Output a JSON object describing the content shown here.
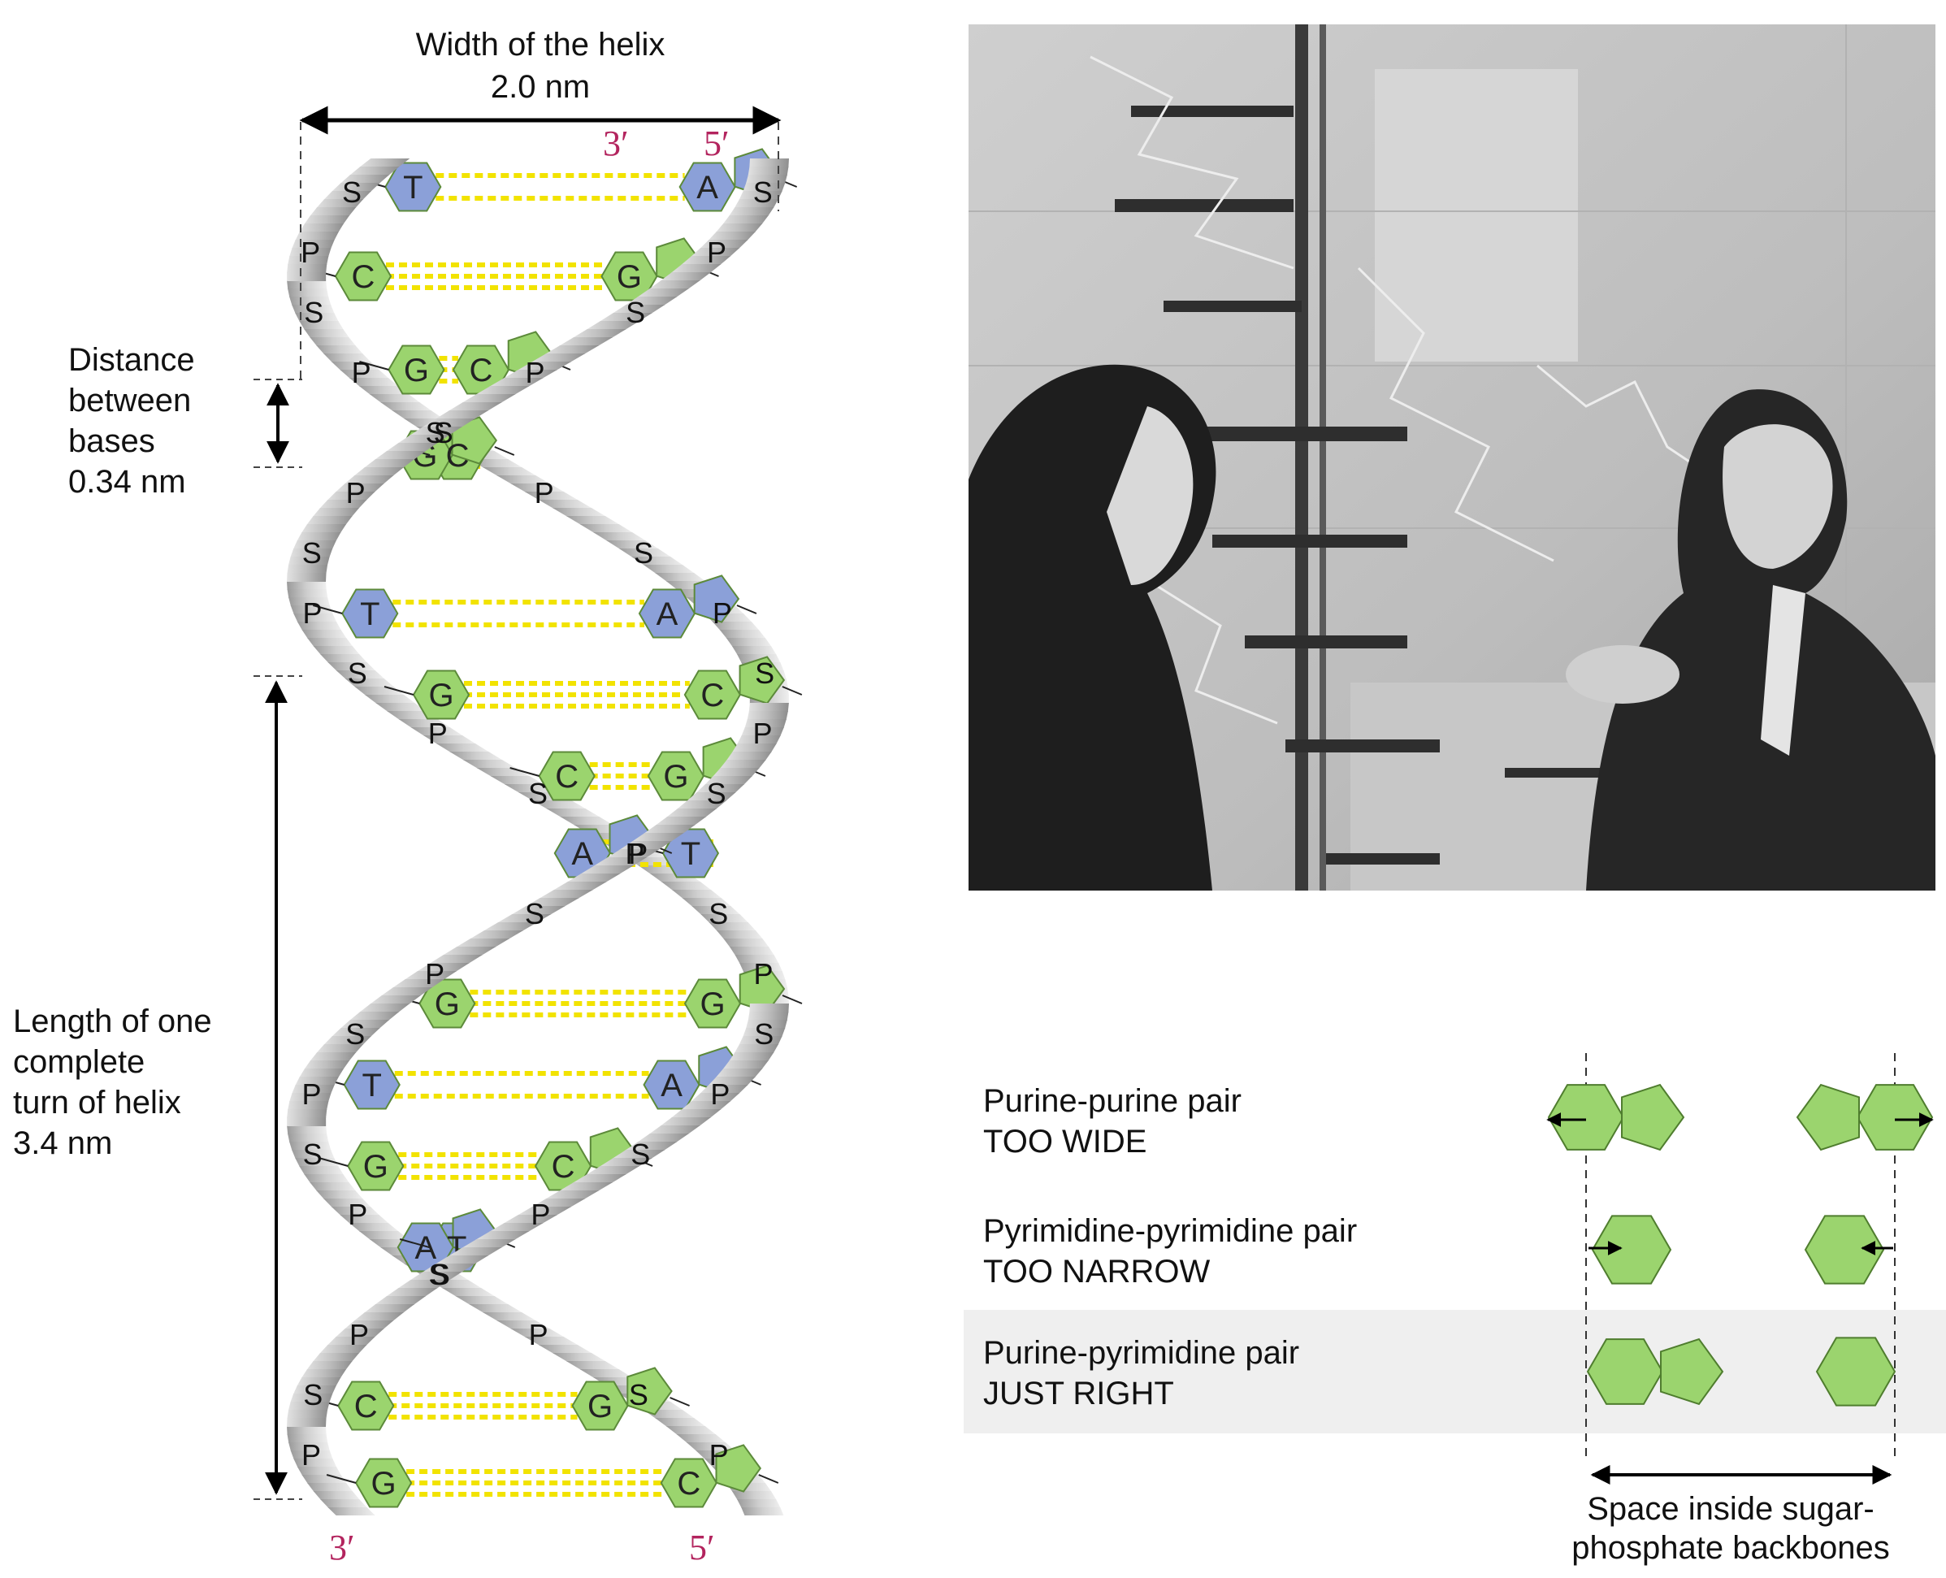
{
  "helix": {
    "width_label": "Width of the helix",
    "width_value": "2.0 nm",
    "distance_label": [
      "Distance",
      "between",
      "bases",
      "0.34 nm"
    ],
    "turn_label": [
      "Length of one",
      "complete",
      "turn of helix",
      "3.4 nm"
    ],
    "end_top_left": "3′",
    "end_top_right": "5′",
    "end_bottom_left": "3′",
    "end_bottom_right": "5′",
    "sugar": "S",
    "phosphate": "P",
    "base_pairs": [
      {
        "left": "T",
        "right": "A"
      },
      {
        "left": "C",
        "right": "G"
      },
      {
        "left": "G",
        "right": "C"
      },
      {
        "left": "C",
        "right": "G"
      },
      {
        "left": "T",
        "right": "A"
      },
      {
        "left": "G",
        "right": "C"
      },
      {
        "left": "C",
        "right": "G"
      },
      {
        "left": "T",
        "right": "A"
      },
      {
        "left": "G",
        "right": "G"
      },
      {
        "left": "T",
        "right": "A"
      },
      {
        "left": "G",
        "right": "C"
      },
      {
        "left": "T",
        "right": "A"
      },
      {
        "left": "C",
        "right": "G"
      },
      {
        "left": "G",
        "right": "C"
      }
    ],
    "colors": {
      "purine_pyrimidine_green": "#9bd46e",
      "blue_base": "#8ba0d8",
      "hydrogen_bond": "#f2e300",
      "backbone": "#b8b8b8",
      "end_label": "#b3245e"
    }
  },
  "photo": {
    "description_icon": "photograph-watson-crick-model"
  },
  "pairs": {
    "rows": [
      {
        "title": "Purine-purine pair",
        "verdict": "TOO WIDE"
      },
      {
        "title": "Pyrimidine-pyrimidine pair",
        "verdict": "TOO NARROW"
      },
      {
        "title": "Purine-pyrimidine pair",
        "verdict": "JUST RIGHT"
      }
    ],
    "space_label": [
      "Space inside sugar-",
      "phosphate backbones"
    ],
    "highlight_color": "#efefef"
  }
}
